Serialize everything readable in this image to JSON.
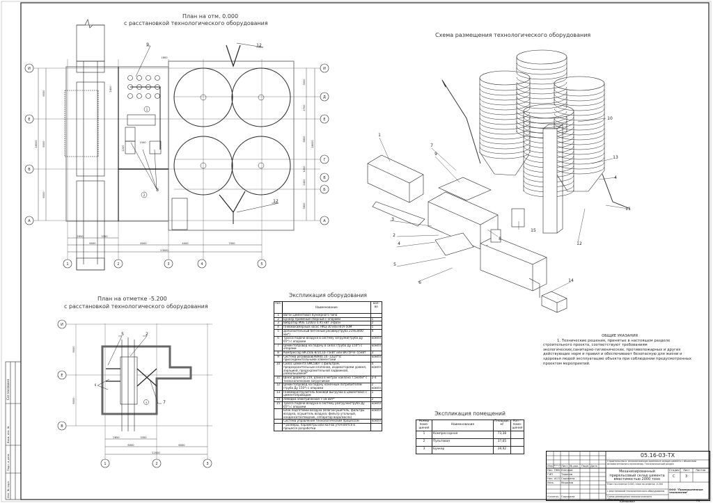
{
  "titles": {
    "plan_top_line1": "План на отм. 0.000",
    "plan_top_line2": "с расстановкой технологического оборудования",
    "scheme": "Схема размещения технологического оборудования",
    "plan_bottom_line1": "План на отметке -5.200",
    "plan_bottom_line2": "с расстановкой технологического оборудования",
    "equipment_table": "Экспликация оборудования",
    "rooms_table": "Экспликация помещений"
  },
  "plan_top": {
    "axes_left": [
      "И",
      "Е",
      "В",
      "А"
    ],
    "axes_right": [
      "И",
      "Д",
      "Е",
      "Г",
      "В",
      "Б",
      "А"
    ],
    "axes_bottom": [
      "1",
      "2",
      "3",
      "4",
      "5"
    ],
    "dims_bottom_row1": [
      "2650",
      "3350"
    ],
    "dims_bottom_row2": [
      "6000",
      "6000",
      "4000",
      "7000"
    ],
    "dims_total": "23000",
    "dims_left": [
      "6000",
      "18000",
      "6000",
      "6000"
    ],
    "dims_right": [
      "3000",
      "2700",
      "5800",
      "18000",
      "1200",
      "2400",
      "3600"
    ],
    "dims_inner": [
      "1800",
      "2400",
      "1500",
      "1200"
    ],
    "callouts": [
      "9",
      "12",
      "12",
      "8",
      "1",
      "2"
    ]
  },
  "plan_bottom": {
    "axes_left": [
      "И",
      "Е",
      "В"
    ],
    "axes_bottom": [
      "1",
      "2",
      "3"
    ],
    "dims_bottom_row1": [
      "2650",
      "3350"
    ],
    "dims_bottom_row2": [
      "6000",
      "6000"
    ],
    "dims_total": "12000",
    "dims_left": [
      "6000",
      "6000"
    ],
    "callouts": [
      "5",
      "2",
      "6",
      "7",
      "3"
    ]
  },
  "scheme": {
    "callouts": [
      "1",
      "7",
      "9",
      "3",
      "2",
      "4",
      "5",
      "6",
      "8",
      "15",
      "10",
      "13",
      "4",
      "11",
      "12",
      "14"
    ]
  },
  "equipment": {
    "headers": [
      "поз.",
      "Наименование",
      "кол-во"
    ],
    "rows": [
      {
        "pos": "1",
        "name": "Вагон цементовоз бункерного типа",
        "qty": ""
      },
      {
        "pos": "2",
        "name": "Бункер приемный сборный с опорами",
        "qty": "1"
      },
      {
        "pos": "3",
        "name": "Вибратор MVE 1200/3 0.95 кВт 3-фазн",
        "qty": "2"
      },
      {
        "pos": "4",
        "name": "Пневмокамерный насос НКЦ-30 или НПА-50М",
        "qty": "1"
      },
      {
        "pos": "5",
        "name": "Дополнительный бетонный ресивер(труба 219х3400 мм*)",
        "qty": "4"
      },
      {
        "pos": "6",
        "name": "Трасса подачи воздуха в систему загрузки(труба Ду 65*) с опорами",
        "qty": "компл"
      },
      {
        "pos": "7",
        "name": "Цементопровод на подачу в силос (труба Ду 150*) с опорами",
        "qty": "компл"
      },
      {
        "pos": "8",
        "name": "Компрессор ВК150Е-8/10,10-75кВт или ВК75Р-8 -55кВт",
        "qty": "3"
      },
      {
        "pos": "9",
        "name": "Система ресиверов(РВ900.10 -12шт*)с присоединительными элементами",
        "qty": "компл"
      },
      {
        "pos": "10",
        "name": "Силос цемента SMC580T с фильтром, предохранительным клапаном, индикаторами уровня, аэрацией, предохранительной задвижкой, развальцовкой*",
        "qty": "4 компл"
      },
      {
        "pos": "11",
        "name": "Шнек диаметр 219, длина в метрах наклона 7,5м/4м* с телескопическим загрузчиком",
        "qty": "2-4"
      },
      {
        "pos": "12",
        "name": "Цементопровод на подачу конечным потребителям (труба Ду 150*) с опорами",
        "qty": "2 компл"
      },
      {
        "pos": "13",
        "name": "Пневморазгрузитель боковой выгрузки в цементовоз с цементопроводом",
        "qty": "1"
      },
      {
        "pos": "14",
        "name": "Лебедка электрическая 7-18 кВт*",
        "qty": "2"
      },
      {
        "pos": "15",
        "name": "Трасса подачи воздуха в систему разгрузки(труба Ду 65*) с опорами",
        "qty": "компл"
      },
      {
        "pos": "",
        "name": "Блок подготовки воздуха (Влагоосушитель, фильтры воздуха, осушитель воздуха, фильтр угольный, конденсатоотводчик, сепаратор вода/масло)",
        "qty": "компл"
      },
      {
        "pos": "",
        "name": "Система управления технологическим процессом",
        "qty": "компл"
      },
      {
        "pos": "",
        "name": "* размеры, параметры или кол-во уточняется в процессе разработки",
        "qty": ""
      }
    ]
  },
  "rooms": {
    "headers": [
      "Номер поме-щения",
      "Наименование",
      "Площадь, м²",
      "Кат.* поме-щения"
    ],
    "rows": [
      {
        "num": "1",
        "name": "Компрессорная",
        "area": "73,38",
        "cat": ""
      },
      {
        "num": "2",
        "name": "Пультовая",
        "area": "37,05",
        "cat": ""
      },
      {
        "num": "3",
        "name": "Бункер",
        "area": "39,92",
        "cat": ""
      }
    ]
  },
  "notes": {
    "title": "ОБЩИЕ УКАЗАНИЯ",
    "text": "1. Технические решения, принятые в настоящем разделе строительного проекта, соответствуют требованиям экологических,санитарно-гигиенических, противопожарных и других действующих норм и правил и обеспечивают безопасную для жизни и здоровья людей эксплуатацию объекта при соблюдении предусмотренных проектом мероприятий."
  },
  "title_block": {
    "code": "05.16-03-ТХ",
    "project": "Строительство в технологическом комплексе склада цемента с объектами вспомогательного назначения. Технологический раздел",
    "object": "Механизированный прирельсовый склад цемента вместимостью 2000 тонн",
    "sheet_title_1": "План на отметке 0.000, план на отметке -5.200",
    "sheet_title_2": "с расстановкой технологического оборудования",
    "sheet_title_3": "Схема размещения технологического оборудования",
    "company": "ООО \"Промышленные технологии\"",
    "col_headers": [
      "Изм.",
      "Кол.уч.",
      "Лист",
      "№ док.",
      "Подп.",
      "Дата"
    ],
    "roles": [
      {
        "role": "Нач. ПКБ",
        "name": "Клочков"
      },
      {
        "role": "ГИП",
        "name": "Тарасов"
      },
      {
        "role": "Нач. АСО",
        "name": "Сорокина"
      },
      {
        "role": "Инж.",
        "name": "Морозов"
      },
      {
        "role": "Н.контр.",
        "name": "Сорокина"
      }
    ],
    "stage_label": "Стадия",
    "sheet_label": "Лист",
    "sheets_label": "Листов",
    "stage": "С",
    "sheet": "3",
    "copied": "Копировал",
    "format": "А1"
  },
  "margin": {
    "agreed": "Согласовано",
    "inv_orig": "Инв. № подл.",
    "sign_date": "Подп. и дата",
    "inv_repl": "Взам. инв. №"
  }
}
